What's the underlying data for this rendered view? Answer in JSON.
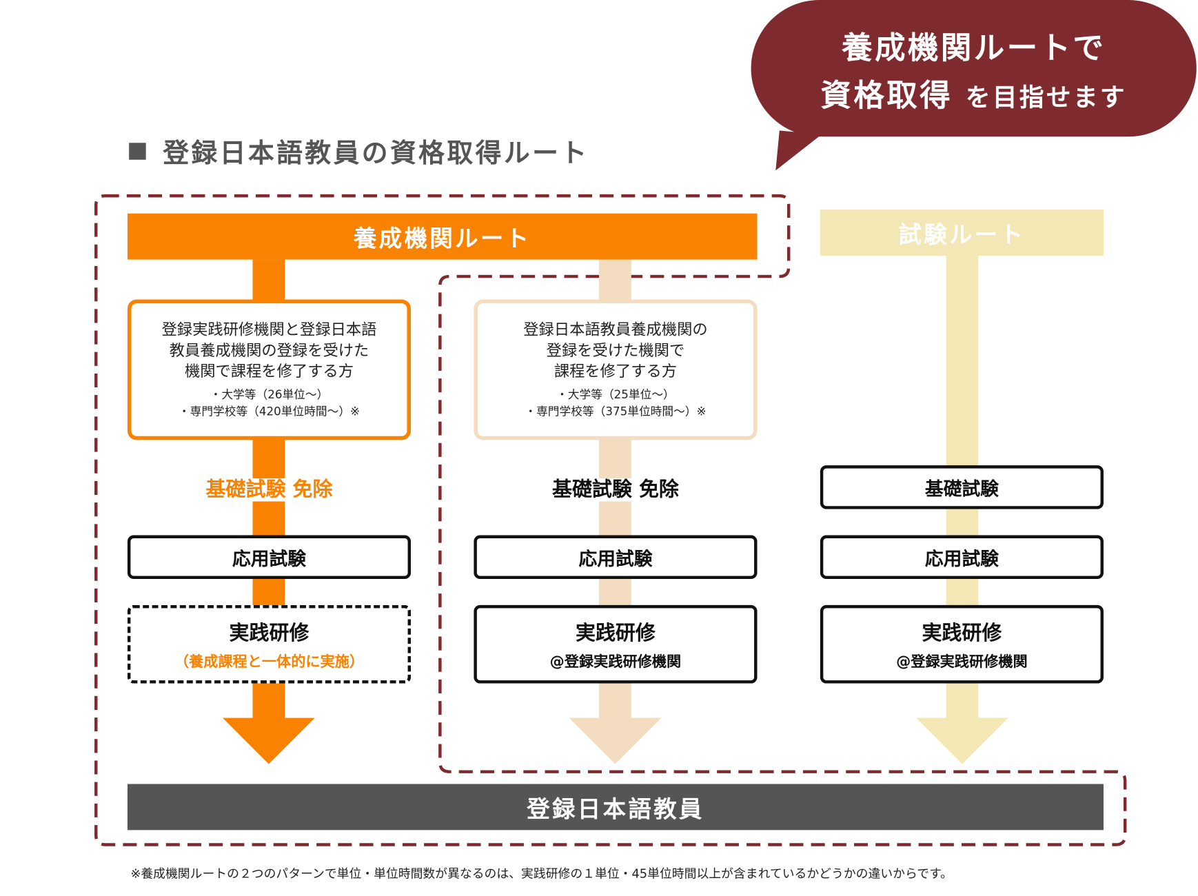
{
  "bubble": {
    "line1": "養成機関ルートで",
    "line2_big": "資格取得",
    "line2_small": "を目指せます"
  },
  "heading": "登録日本語教員の資格取得ルート",
  "colors": {
    "accent_red": "#7f2a2e",
    "orange": "#f98200",
    "peach": "#f3dcc0",
    "yellow": "#f3e8b5",
    "dark": "#555555"
  },
  "routes": {
    "training_header": "養成機関ルート",
    "exam_header": "試験ルート",
    "col1": {
      "desc": [
        "登録実践研修機関と登録日本語",
        "教員養成機関の登録を受けた",
        "機関で課程を修了する方"
      ],
      "sub": [
        "・大学等（26単位～）",
        "・専門学校等（420単位時間～）※"
      ],
      "basic": "基礎試験 免除",
      "applied": "応用試験",
      "practice": "実践研修",
      "practice_sub": "（養成課程と一体的に実施）"
    },
    "col2": {
      "desc": [
        "登録日本語教員養成機関の",
        "登録を受けた機関で",
        "課程を修了する方"
      ],
      "sub": [
        "・大学等（25単位～）",
        "・専門学校等（375単位時間～）※"
      ],
      "basic": "基礎試験 免除",
      "applied": "応用試験",
      "practice": "実践研修",
      "practice_sub": "@登録実践研修機関"
    },
    "col3": {
      "basic": "基礎試験",
      "applied": "応用試験",
      "practice": "実践研修",
      "practice_sub": "@登録実践研修機関"
    }
  },
  "result": "登録日本語教員",
  "footnote": "※養成機関ルートの２つのパターンで単位・単位時間数が異なるのは、実践研修の１単位・45単位時間以上が含まれているかどうかの違いからです。"
}
